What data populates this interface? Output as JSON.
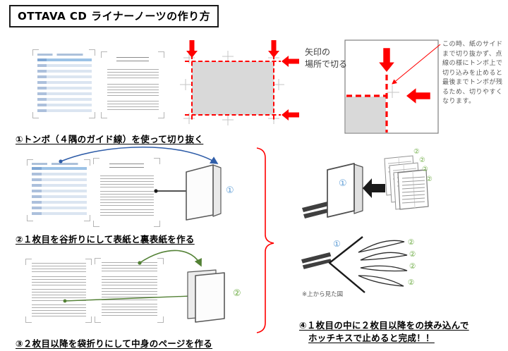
{
  "title": "OTTAVA CD ライナーノーツの作り方",
  "captions": {
    "step1": "①トンボ（４隅のガイド線）を使って切り抜く",
    "step2": "②１枚目を谷折りにして表紙と裏表紙を作る",
    "step3": "③２枚目以降を袋折りにして中身のページを作る",
    "step4_line1": "④１枚目の中に２枚目以降をの挟み込んで",
    "step4_line2": "ホッチキスで止めると完成！！"
  },
  "cut_note": {
    "line1": "矢印の",
    "line2": "場所で切る"
  },
  "detail_note": "この時、紙のサイドまで切り抜かず、点線の様にトンボ上で切り込みを止めると最後までトンボが残るため、切りやすくなります。",
  "labels": {
    "cover": "①",
    "inner": "②",
    "top_view": "※上から見た図"
  },
  "colors": {
    "accent_red": "#ff0000",
    "cover_blue": "#5b9bd5",
    "inner_green": "#70ad47",
    "cut_area_gray": "#d9d9d9"
  }
}
